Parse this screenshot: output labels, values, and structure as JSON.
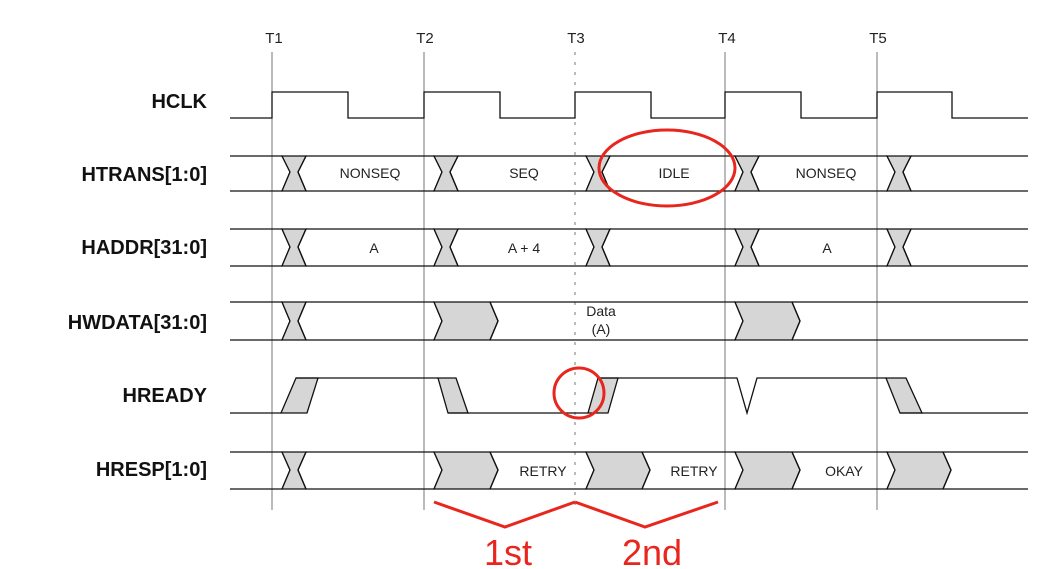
{
  "diagram": {
    "time_markers": [
      "T1",
      "T2",
      "T3",
      "T4",
      "T5"
    ],
    "signals": [
      {
        "id": "hclk",
        "label": "HCLK"
      },
      {
        "id": "htrans",
        "label": "HTRANS[1:0]"
      },
      {
        "id": "haddr",
        "label": "HADDR[31:0]"
      },
      {
        "id": "hwdata",
        "label": "HWDATA[31:0]"
      },
      {
        "id": "hready",
        "label": "HREADY"
      },
      {
        "id": "hresp",
        "label": "HRESP[1:0]"
      }
    ],
    "values": {
      "htrans": [
        "NONSEQ",
        "SEQ",
        "IDLE",
        "NONSEQ"
      ],
      "haddr": [
        "A",
        "A + 4",
        "A"
      ],
      "hwdata": [
        "Data",
        "(A)"
      ],
      "hresp": [
        "RETRY",
        "RETRY",
        "OKAY"
      ]
    },
    "annotations": [
      "1st",
      "2nd"
    ],
    "colors": {
      "annotation": "#e8261d",
      "undefined_fill": "#d6d6d6"
    }
  }
}
